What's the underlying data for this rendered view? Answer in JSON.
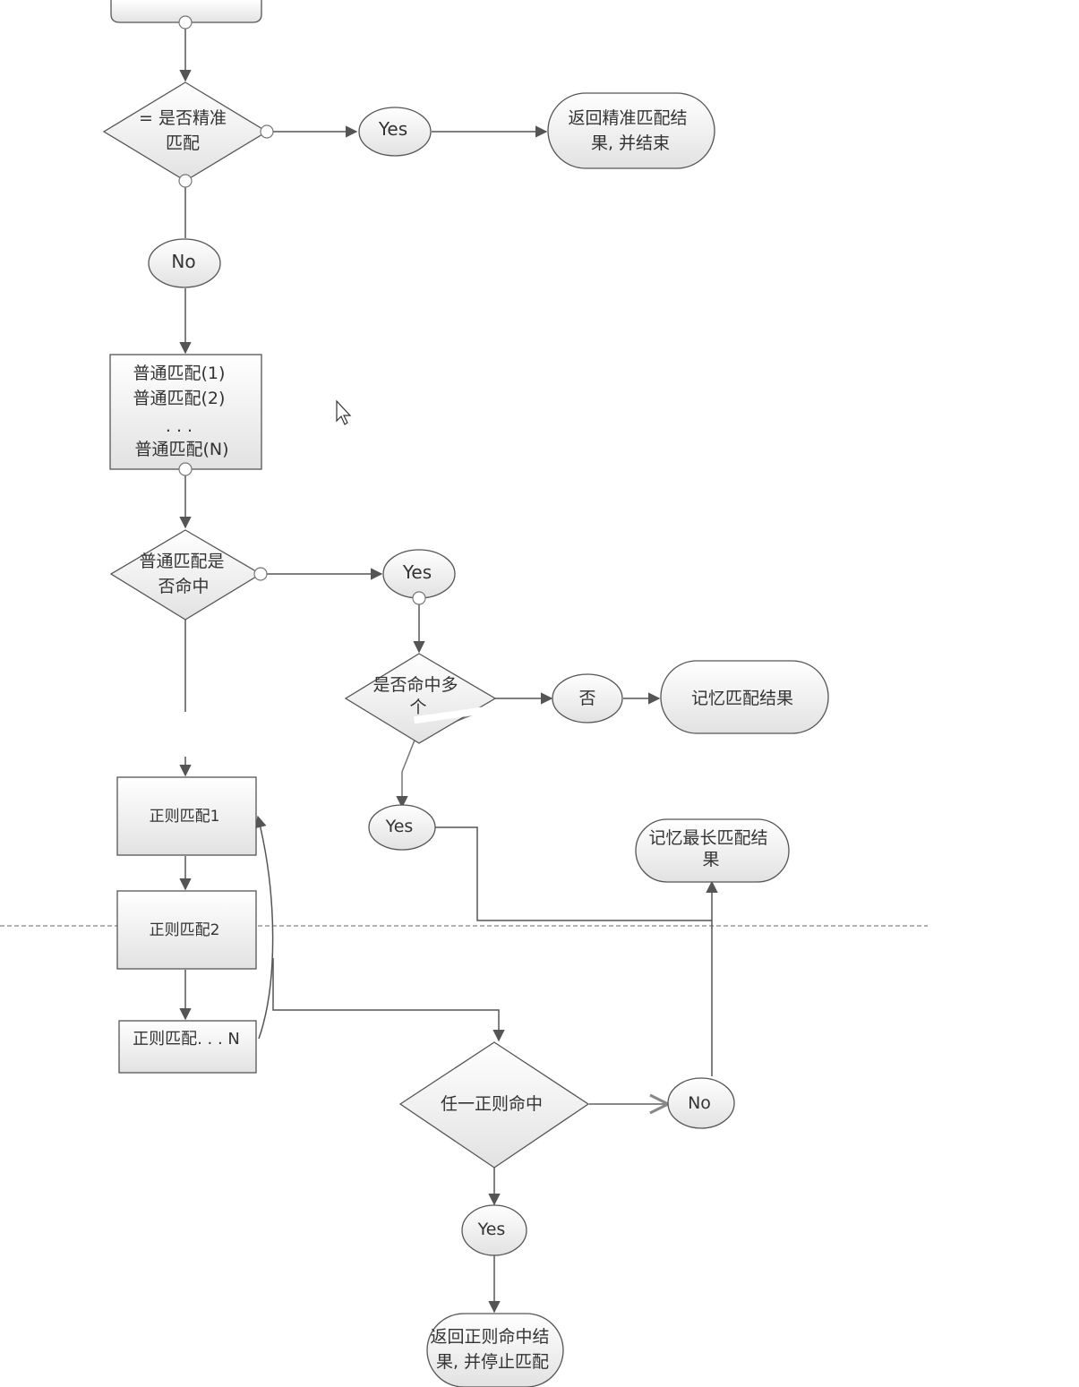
{
  "nodes": {
    "exact_decision": [
      "=  是否精准",
      "匹配"
    ],
    "exact_yes": "Yes",
    "exact_return": [
      "返回精准匹配结",
      "果, 并结束"
    ],
    "exact_no": "No",
    "normal_box": [
      "普通匹配(1)",
      "普通匹配(2)",
      ". . .",
      "普通匹配(N)"
    ],
    "normal_decision": [
      "普通匹配是",
      "否命中"
    ],
    "normal_yes": "Yes",
    "multi_decision": [
      "是否命中多",
      "个"
    ],
    "multi_no": "否",
    "remember_result": "记忆匹配结果",
    "multi_yes": "Yes",
    "remember_longest": [
      "记忆最长匹配结",
      "果"
    ],
    "regex1": "正则匹配1",
    "regex2": "正则匹配2",
    "regexN": "正则匹配. . . N",
    "regex_decision": "任一正则命中",
    "regex_no": "No",
    "regex_yes": "Yes",
    "regex_return": [
      "返回正则命中结",
      "果, 并停止匹配"
    ]
  },
  "colors": {
    "stroke": "#555555",
    "fill_top": "#ffffff",
    "fill_bottom": "#e4e4e4",
    "text": "#333333"
  }
}
